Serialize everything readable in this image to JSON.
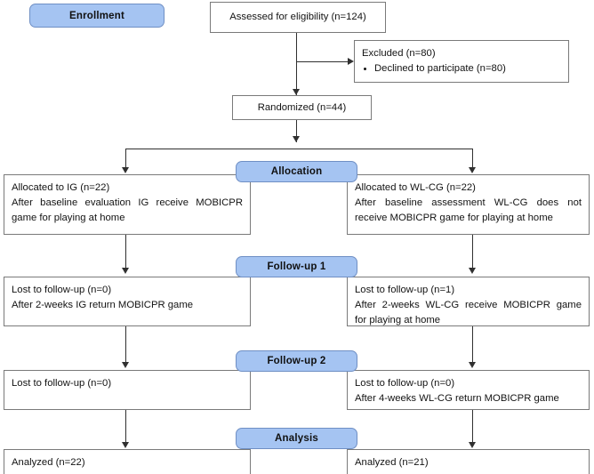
{
  "diagram": {
    "title": "CONSORT participant flow diagram",
    "accent_color": "#a5c4f2",
    "border_color": "#7a7a7a",
    "line_color": "#303030"
  },
  "stages": {
    "enrollment": "Enrollment",
    "allocation": "Allocation",
    "followup1": "Follow-up 1",
    "followup2": "Follow-up 2",
    "analysis": "Analysis"
  },
  "enrollment": {
    "assessed": "Assessed for eligibility (n=124)",
    "excluded_title": "Excluded (n=80)",
    "excluded_reason": "Declined to participate (n=80)",
    "randomized": "Randomized (n=44)"
  },
  "allocation": {
    "left": {
      "line1": "Allocated to IG (n=22)",
      "line2": "After baseline evaluation IG receive MOBICPR",
      "line3": "game for playing at home"
    },
    "right": {
      "line1": "Allocated to WL-CG (n=22)",
      "line2": "After baseline assessment WL-CG does not",
      "line3": "receive MOBICPR game for playing at home"
    }
  },
  "followup1": {
    "left": {
      "line1": "Lost to follow-up (n=0)",
      "line2": "After 2-weeks IG return MOBICPR game"
    },
    "right": {
      "line1": "Lost to follow-up (n=1)",
      "line2": "After 2-weeks WL-CG receive MOBICPR game",
      "line3": "for playing at home"
    }
  },
  "followup2": {
    "left": {
      "line1": "Lost to follow-up (n=0)"
    },
    "right": {
      "line1": "Lost to follow-up (n=0)",
      "line2": "After 4-weeks WL-CG return MOBICPR game"
    }
  },
  "analysis": {
    "left": {
      "line1": "Analyzed (n=22)"
    },
    "right": {
      "line1": "Analyzed (n=21)"
    }
  }
}
